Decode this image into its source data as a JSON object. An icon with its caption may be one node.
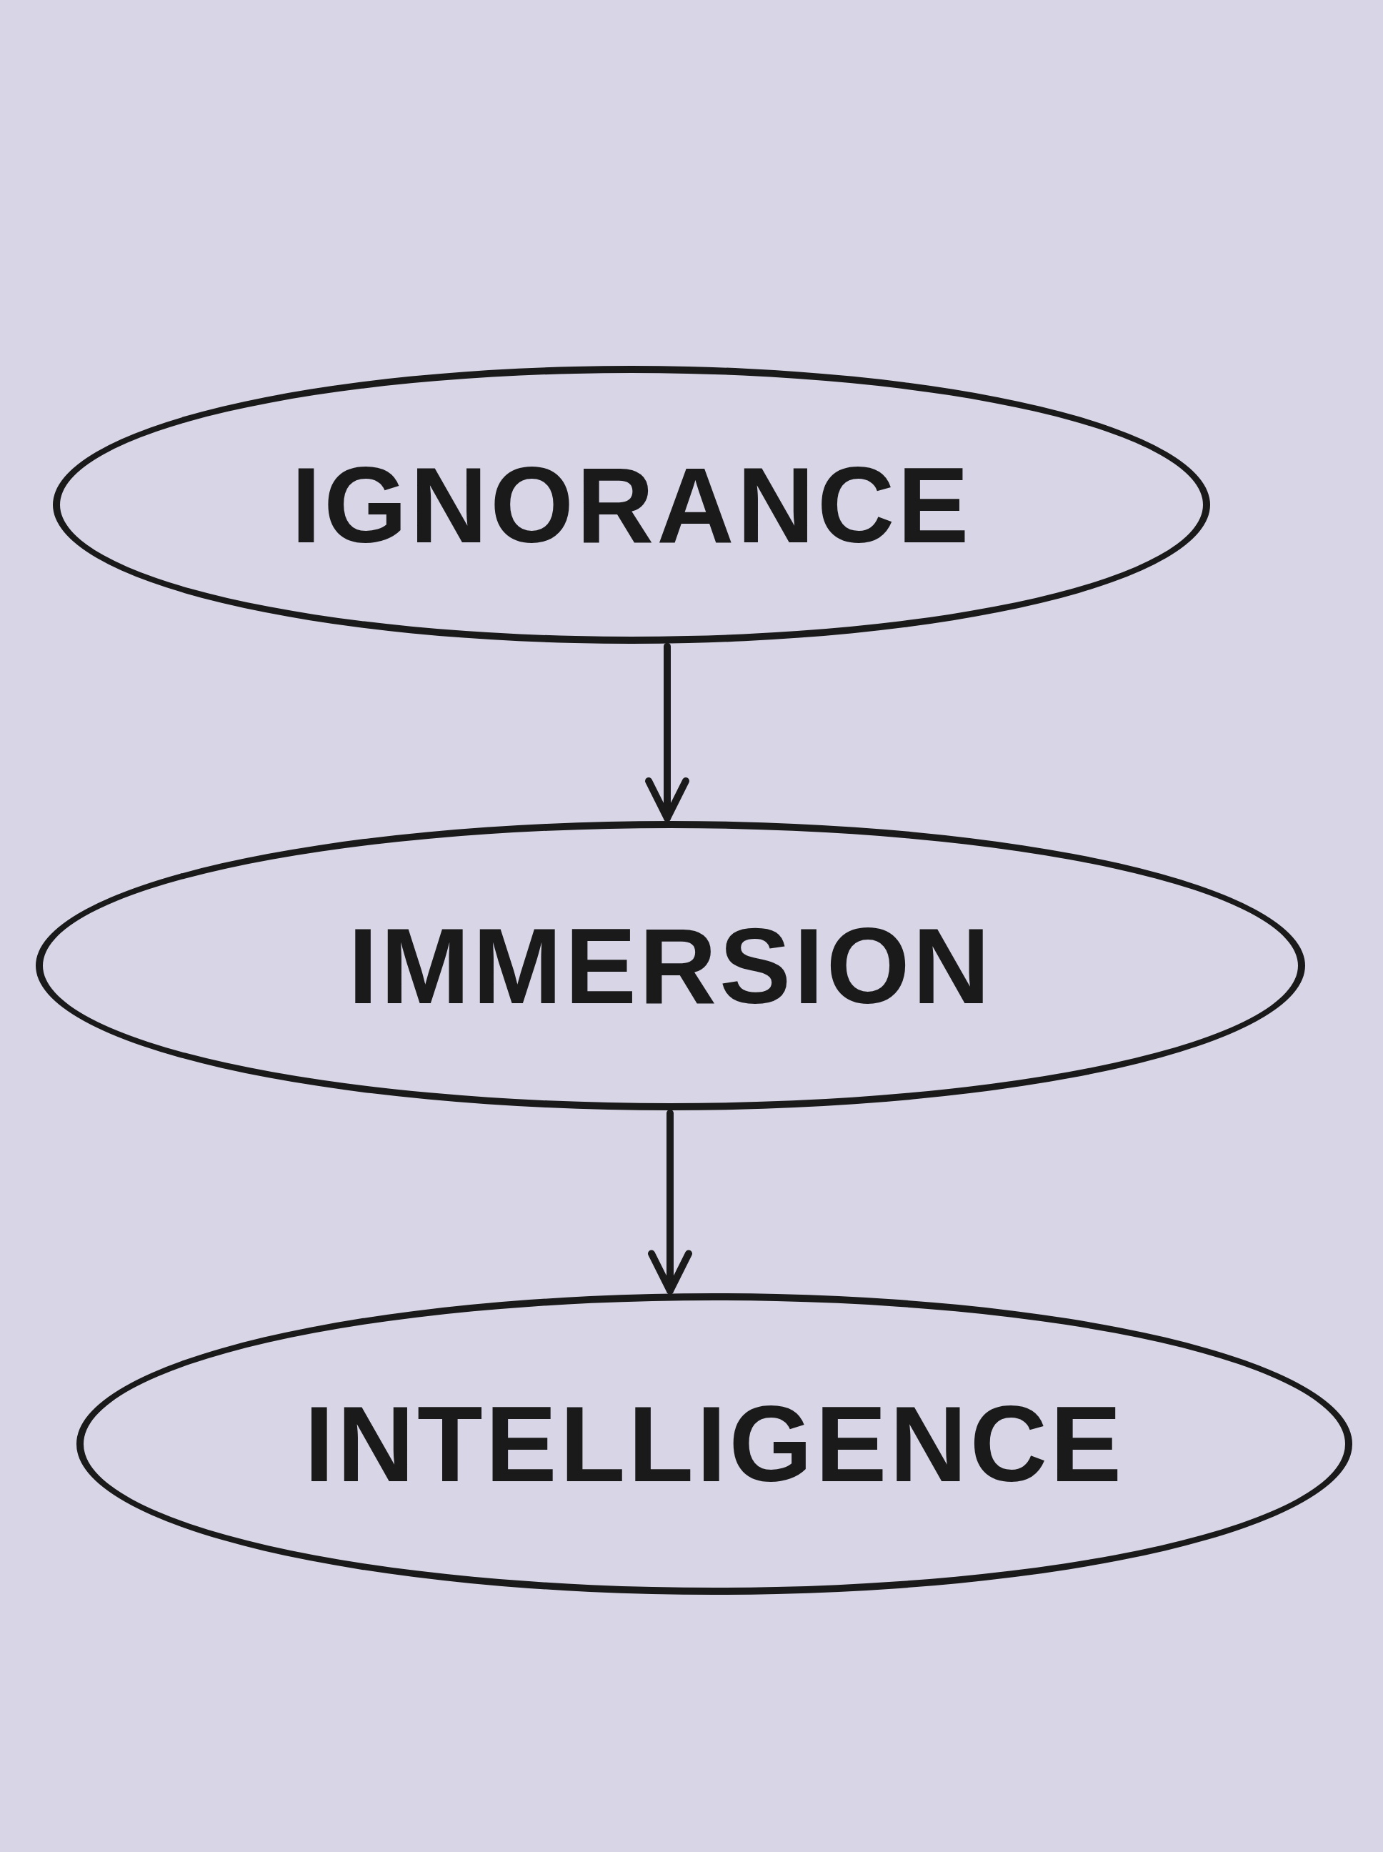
{
  "diagram": {
    "nodes": [
      {
        "text": [
          "IGNORANCE"
        ]
      },
      {
        "text": [
          "IMMERSION"
        ]
      },
      {
        "text": [
          "INTELLIGENCE"
        ]
      }
    ],
    "edges": [
      {
        "from": 0,
        "to": 1,
        "arrow": "to"
      },
      {
        "from": 1,
        "to": 2,
        "arrow": "to"
      }
    ]
  }
}
